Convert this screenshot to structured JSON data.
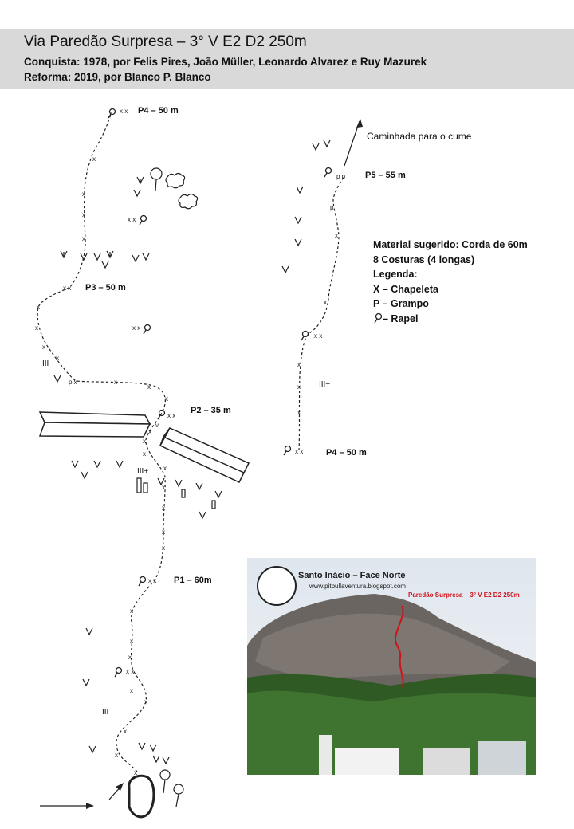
{
  "header": {
    "title": "Via Paredão Surpresa – 3° V E2 D2 250m",
    "conquista": "Conquista: 1978, por Felis Pires, João Müller, Leonardo Alvarez e Ruy Mazurek",
    "reforma": "Reforma: 2019, por Blanco P. Blanco"
  },
  "pitches": {
    "p1": "P1 – 60m",
    "p2": "P2 – 35 m",
    "p3": "P3 – 50 m",
    "p4_left": "P4 – 50 m",
    "p4_right": "P4 – 50 m",
    "p5": "P5 – 55 m"
  },
  "grades": {
    "g1": "III",
    "g2": "III+",
    "g3": "III",
    "g4": "III+"
  },
  "summit_text": "Caminhada para o cume",
  "legend": {
    "material": "Material sugerido: Corda de 60m",
    "costuras": "8 Costuras (4 longas)",
    "title": "Legenda:",
    "chapeleta": "X – Chapeleta",
    "grampo": "P – Grampo",
    "rapel": "– Rapel"
  },
  "photo": {
    "title": "Santo Inácio – Face Norte",
    "url": "www.pitbullaventura.blogspot.com",
    "route_label": "Paredão Surpresa – 3° V E2 D2 250m"
  },
  "colors": {
    "header_bg": "#d9d9d9",
    "route_line": "#222222",
    "photo_route": "#d0121b"
  }
}
